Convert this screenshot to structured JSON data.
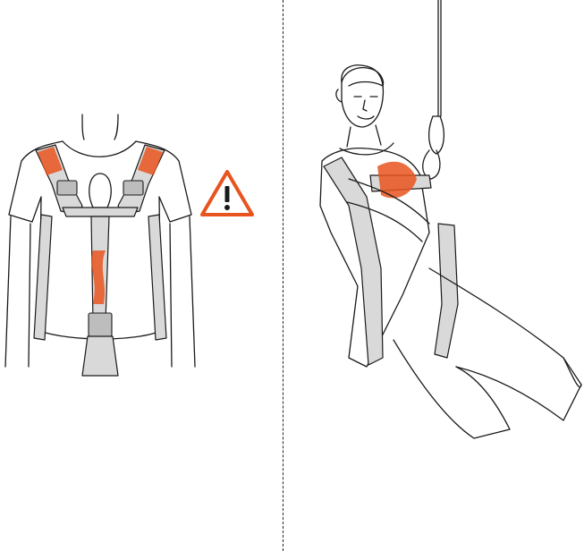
{
  "panels": [
    {
      "id": "left",
      "subject": "harness-front-view",
      "highlight_color": "#e8531e"
    },
    {
      "id": "right",
      "subject": "suspended-worker",
      "highlight_color": "#e8531e"
    }
  ],
  "warning": {
    "icon": "warning-triangle-icon",
    "glyph": "!",
    "color": "#e8531e"
  },
  "divider": {
    "style": "dashed",
    "color": "#222222"
  }
}
